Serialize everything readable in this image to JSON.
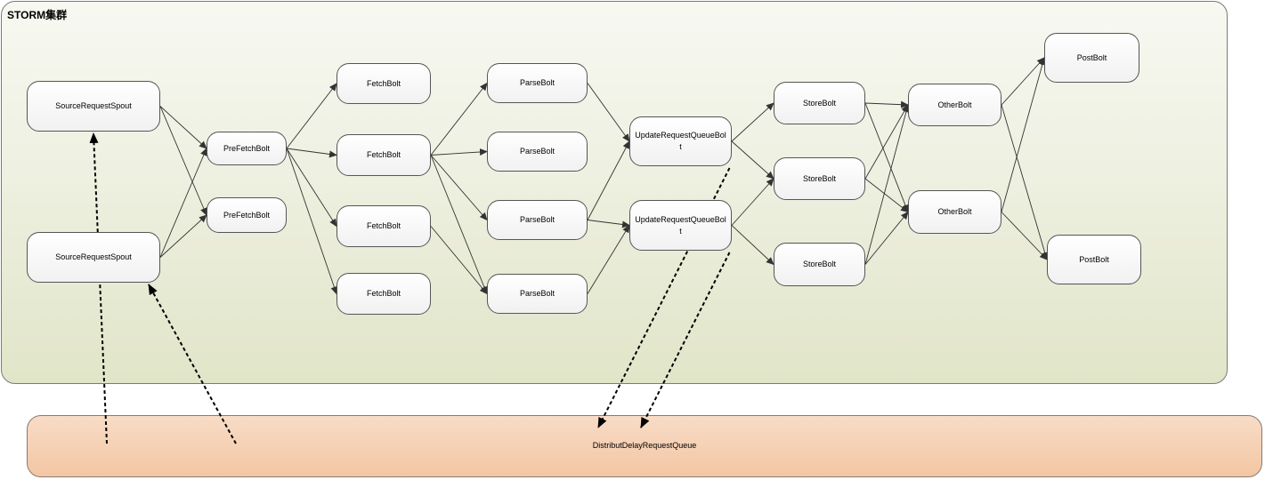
{
  "cluster": {
    "title": "STORM集群"
  },
  "queue": {
    "label": "DistributDelayRequestQueue"
  },
  "nodes": {
    "spout1": "SourceRequestSpout",
    "spout2": "SourceRequestSpout",
    "prefetch1": "PreFetchBolt",
    "prefetch2": "PreFetchBolt",
    "fetch1": "FetchBolt",
    "fetch2": "FetchBolt",
    "fetch3": "FetchBolt",
    "fetch4": "FetchBolt",
    "parse1": "ParseBolt",
    "parse2": "ParseBolt",
    "parse3": "ParseBolt",
    "parse4": "ParseBolt",
    "update1": "UpdateRequestQueueBolt",
    "update2": "UpdateRequestQueueBolt",
    "store1": "StoreBolt",
    "store2": "StoreBolt",
    "store3": "StoreBolt",
    "other1": "OtherBolt",
    "other2": "OtherBolt",
    "post1": "PostBolt",
    "post2": "PostBolt"
  },
  "edges": [
    [
      "spout1",
      "prefetch1"
    ],
    [
      "spout1",
      "prefetch2"
    ],
    [
      "spout2",
      "prefetch1"
    ],
    [
      "spout2",
      "prefetch2"
    ],
    [
      "prefetch1",
      "fetch1"
    ],
    [
      "prefetch1",
      "fetch2"
    ],
    [
      "prefetch1",
      "fetch3"
    ],
    [
      "prefetch1",
      "fetch4"
    ],
    [
      "fetch2",
      "parse1"
    ],
    [
      "fetch2",
      "parse2"
    ],
    [
      "fetch2",
      "parse3"
    ],
    [
      "fetch2",
      "parse4"
    ],
    [
      "fetch3",
      "parse4"
    ],
    [
      "parse1",
      "update1"
    ],
    [
      "parse3",
      "update1"
    ],
    [
      "parse3",
      "update2"
    ],
    [
      "parse4",
      "update2"
    ],
    [
      "update1",
      "store1"
    ],
    [
      "update1",
      "store2"
    ],
    [
      "update2",
      "store2"
    ],
    [
      "update2",
      "store3"
    ],
    [
      "store1",
      "other1"
    ],
    [
      "store1",
      "other2"
    ],
    [
      "store2",
      "other1"
    ],
    [
      "store2",
      "other2"
    ],
    [
      "store3",
      "other1"
    ],
    [
      "store3",
      "other2"
    ],
    [
      "other1",
      "post1"
    ],
    [
      "other1",
      "post2"
    ],
    [
      "other2",
      "post1"
    ],
    [
      "other2",
      "post2"
    ]
  ],
  "dashed_edges": [
    [
      "queue",
      "spout1"
    ],
    [
      "queue",
      "spout2"
    ],
    [
      "update1",
      "queue"
    ],
    [
      "update2",
      "queue"
    ]
  ]
}
